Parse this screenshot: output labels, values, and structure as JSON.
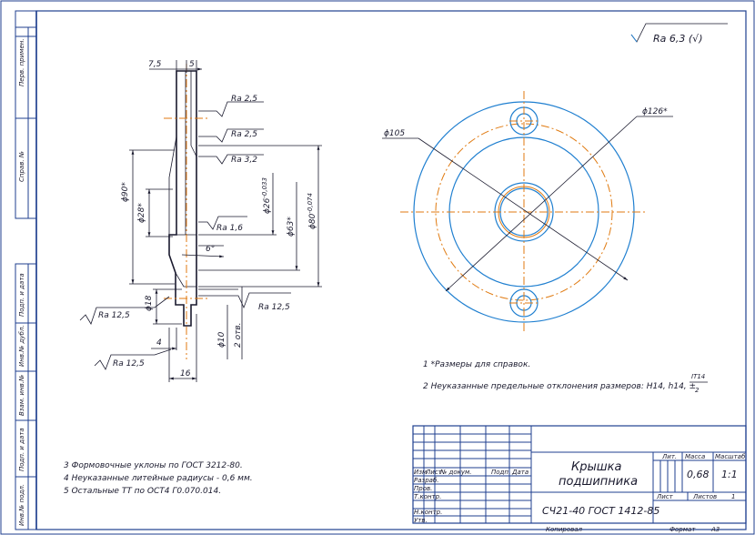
{
  "roughness": {
    "main": "Ra 6,3 (",
    "check": "√",
    "close": ")"
  },
  "side_stamps": [
    "Перв. примен.",
    "Справ. №",
    "Подп. и дата",
    "Инв.№ дубл.",
    "Взам. инв.№",
    "Подп. и дата",
    "Инв.№ подл."
  ],
  "dims": {
    "d7_5": "7,5",
    "d5": "5",
    "ra_top1": "Ra 2,5",
    "ra_top2": "Ra 2,5",
    "ra_top3": "Ra 3,2",
    "ra_16": "Ra 1,6",
    "ra_left": "Ra 12,5",
    "ra_right": "Ra 12,5",
    "ra_bottom": "Ra 12,5",
    "phi90": "ϕ90*",
    "phi28": "ϕ28*",
    "phi26": "ϕ26",
    "phi26_tol": "-0,033",
    "phi63": "ϕ63*",
    "phi80": "ϕ80",
    "phi80_tol": "-0,074",
    "angle6": "6°",
    "phi18": "ϕ18",
    "phi10": "ϕ10",
    "holes": "2 отв.",
    "d4": "4",
    "d16": "16",
    "phi105": "ϕ105",
    "phi126": "ϕ126*"
  },
  "notes_top": {
    "n1": "1  *Размеры для справок.",
    "n2": "2  Неуказанные предельные отклонения размеров: H14, h14, ±",
    "frac_num": "IT14",
    "frac_den": "2"
  },
  "notes_bottom": [
    "3  Формовочные уклоны по ГОСТ 3212-80.",
    "4  Неуказанные литейные радиусы - 0,6 мм.",
    "5  Остальные ТТ по ОСТ4 Г0.070.014."
  ],
  "title_block": {
    "name_line1": "Крышка",
    "name_line2": "подшипника",
    "material": "СЧ21-40 ГОСТ 1412-85",
    "col_headers": [
      "Изм",
      "Лист",
      "№ докум.",
      "Подп.",
      "Дата"
    ],
    "row_labels": [
      "Разраб.",
      "Пров.",
      "Т.контр.",
      "Н.контр.",
      "Утв."
    ],
    "lit_label": "Лит.",
    "mass_label": "Масса",
    "scale_label": "Масштаб",
    "mass": "0,68",
    "scale": "1:1",
    "sheet_label": "Лист",
    "sheets_label": "Листов",
    "sheets_value": "1",
    "copied": "Копировал",
    "format": "Формат",
    "format_value": "A3"
  }
}
